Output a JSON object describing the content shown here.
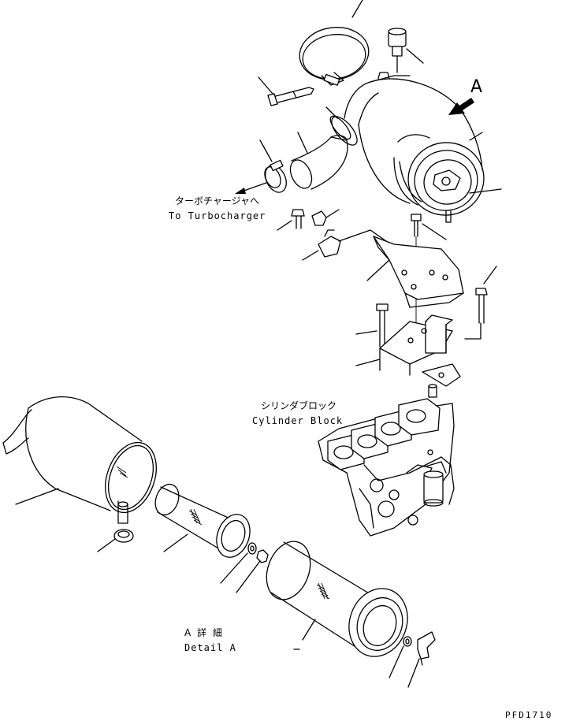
{
  "labels": {
    "view_marker": "A",
    "turbo_jp": "ターボチャージャへ",
    "turbo_en": "To Turbocharger",
    "cylinder_jp": "シリンダブロック",
    "cylinder_en": "Cylinder Block",
    "detail_jp": "A 詳 細",
    "detail_en": "Detail A",
    "drawing_number": "PFD1710"
  },
  "colors": {
    "line": "#000000",
    "background": "#ffffff"
  }
}
